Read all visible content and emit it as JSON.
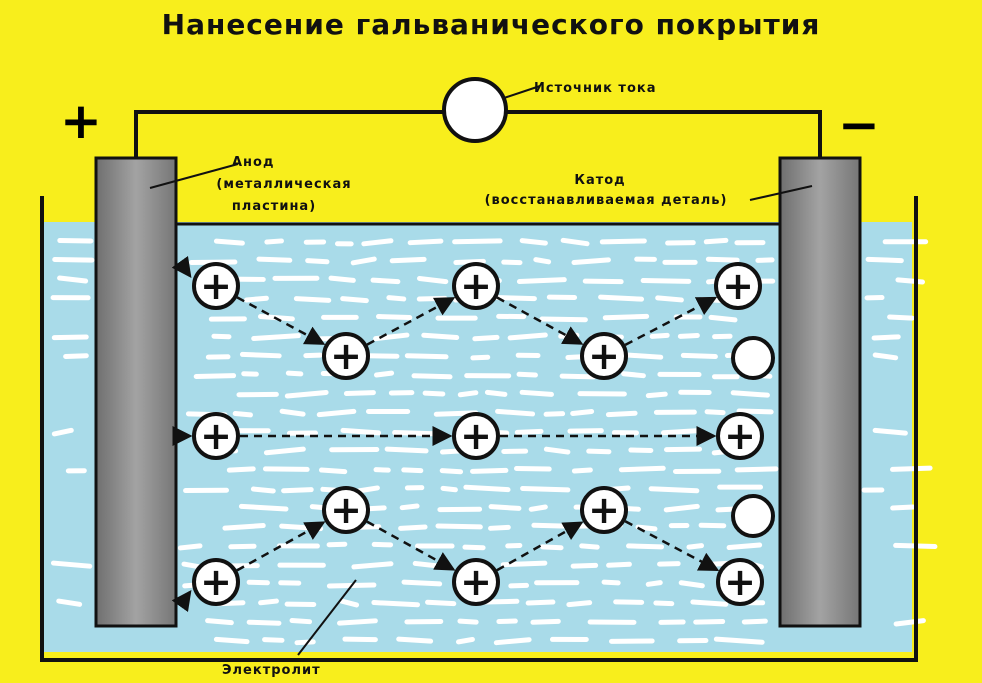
{
  "title": "Нанесение гальванического покрытия",
  "power_source_label": "Источник тока",
  "anode": {
    "sign": "+",
    "label_line1": "Анод",
    "label_line2": "(металлическая",
    "label_line3": "пластина)"
  },
  "cathode": {
    "sign": "−",
    "label_line1": "Катод",
    "label_line2": "(восстанавливаемая деталь)"
  },
  "electrolyte_label": "Электролит",
  "ion_symbol": "+",
  "colors": {
    "background": "#f8ee1c",
    "electrolyte": "#a9dbe9",
    "electrode": "#8e8e8e",
    "ink": "#111111"
  }
}
